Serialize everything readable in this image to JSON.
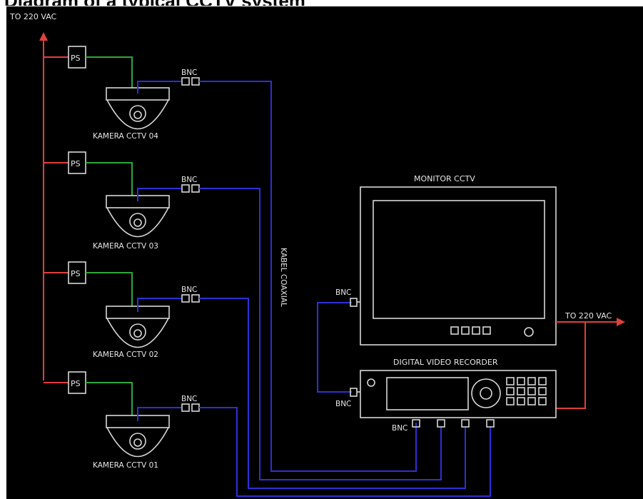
{
  "page_title": "Diagram of a typical CCTV system",
  "labels": {
    "power_in": "TO 220 VAC",
    "power_out": "TO 220 VAC",
    "ps": "PS",
    "bnc": "BNC",
    "cable": "KABEL COAXIAL",
    "monitor": "MONITOR CCTV",
    "dvr": "DIGITAL VIDEO RECORDER"
  },
  "cameras": [
    {
      "label": "KAMERA CCTV 04"
    },
    {
      "label": "KAMERA CCTV 03"
    },
    {
      "label": "KAMERA CCTV 02"
    },
    {
      "label": "KAMERA CCTV 01"
    }
  ],
  "colors": {
    "background": "#000000",
    "power_line": "#e0403c",
    "camera_power": "#2ea83a",
    "video_line": "#2f2fd8",
    "outline": "#d8d8d8"
  }
}
